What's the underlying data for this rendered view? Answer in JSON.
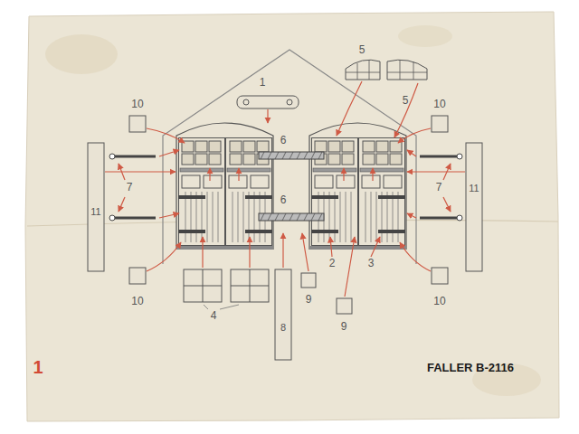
{
  "diagram": {
    "labels": [
      "1",
      "5",
      "5",
      "10",
      "10",
      "6",
      "7",
      "7",
      "11",
      "11",
      "6",
      "2",
      "3",
      "4",
      "9",
      "10",
      "10",
      "8",
      "9",
      "1",
      "FALLER B-2116"
    ]
  }
}
